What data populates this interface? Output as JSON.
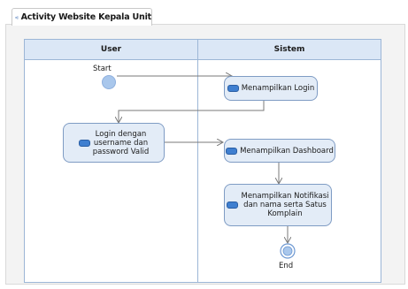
{
  "tab": {
    "title": "Activity Website Kepala Unit"
  },
  "lanes": [
    {
      "name": "User"
    },
    {
      "name": "Sistem"
    }
  ],
  "nodes": {
    "start": {
      "label": "Start"
    },
    "end": {
      "label": "End"
    },
    "login": {
      "label": "Login dengan\nusername dan\npassword Valid"
    },
    "tampil_login": {
      "label": "Menampilkan Login"
    },
    "tampil_dashboard": {
      "label": "Menampilkan Dashboard"
    },
    "tampil_notifikasi": {
      "label": "Menampilkan Notifikasi\ndan nama serta Satus\nKomplain"
    }
  },
  "colors": {
    "lane_header_fill": "#dbe7f6",
    "lane_border": "#9cb6d6",
    "action_fill": "#e3ecf7",
    "action_border": "#7f9cc4",
    "node_fill": "#a9c7ec",
    "connector": "#7a7a7a"
  }
}
